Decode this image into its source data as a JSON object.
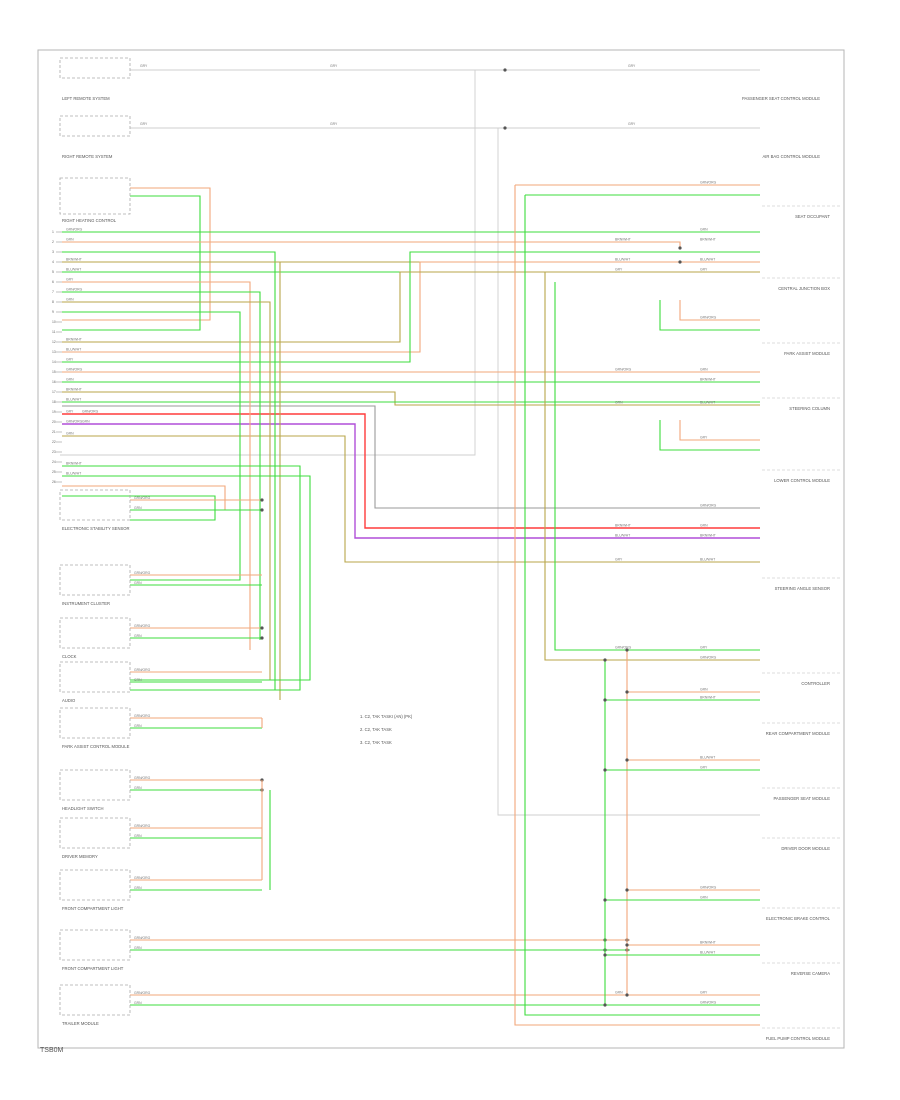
{
  "footer": {
    "code": "TSB0M"
  },
  "legend": [
    "1. C2, TAK TASKI (AN) (PK)",
    "2. C2, TAK TASK",
    "3. C2, TAK TASK"
  ],
  "colors": {
    "gray": "#9a9a9a",
    "green": "#3ddc3d",
    "orange": "#f2a77a",
    "olive": "#b8a64a",
    "red": "#ff3b3b",
    "purple": "#b04fd8",
    "lightgray": "#cfcfcf"
  },
  "left_components": [
    "LEFT REMOTE SYSTEM",
    "RIGHT REMOTE SYSTEM",
    "RIGHT HEATING CONTROL",
    "ELECTRONIC STABILITY SENSOR",
    "INSTRUMENT CLUSTER",
    "CLOCK",
    "AUDIO",
    "PARK ASSIST CONTROL MODULE",
    "HEADLIGHT SWITCH",
    "DRIVER MEMORY",
    "FRONT COMPARTMENT LIGHT",
    "TRAILER MODULE"
  ],
  "right_components": [
    "PASSENGER SEAT CONTROL MODULE",
    "AIR BAG CONTROL MODULE",
    "SEAT OCCUPANT",
    "CENTRAL JUNCTION BOX",
    "PARK ASSIST MODULE",
    "STEERING COLUMN",
    "LOWER CONTROL MODULE",
    "STEERING ANGLE SENSOR",
    "CONTROLLER",
    "REAR COMPARTMENT MODULE",
    "PASSENGER SEAT MODULE",
    "DRIVER DOOR MODULE",
    "ELECTRONIC BRAKE CONTROL",
    "REVERSE CAMERA",
    "FUEL PUMP CONTROL MODULE"
  ],
  "wire_codes": [
    "GRN/ORG",
    "GRN",
    "BRN/WHT",
    "BLU/WHT",
    "GRY",
    "RED",
    "VIO"
  ],
  "wire_labels": [
    "GRN/ORG",
    "GRN",
    "BRN/WHT",
    "BLU/WHT",
    "GRY"
  ]
}
